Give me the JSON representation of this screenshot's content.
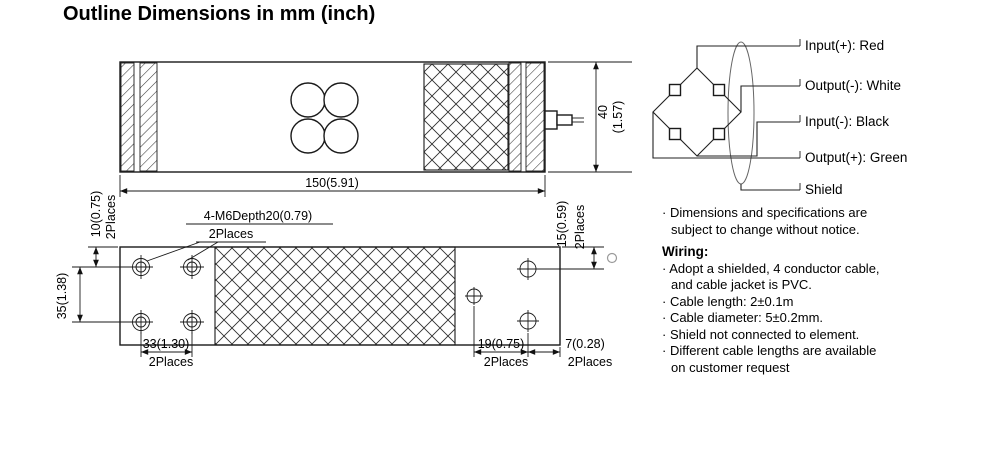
{
  "page": {
    "title": "Outline Dimensions in mm (inch)"
  },
  "drawing": {
    "side_view": {
      "dim_length": "150(5.91)",
      "dim_height_mm": "40",
      "dim_height_inch": "(1.57)"
    },
    "plan_view": {
      "callout_line1": "4-M6Depth20(0.79)",
      "callout_line2": "2Places",
      "dim_top_offset": "10(0.75)",
      "dim_top_offset_places": "2Places",
      "dim_row_spacing": "35(1.38)",
      "dim_right_offset": "15(0.59)",
      "dim_right_offset_places": "2Places",
      "dim_hole_span": "33(1.30)",
      "dim_hole_span_places": "2Places",
      "dim_right_hole": "19(0.75)",
      "dim_right_hole_places": "2Places",
      "dim_edge": "7(0.28)",
      "dim_edge_places": "2Places"
    }
  },
  "wiring_diagram": {
    "labels": {
      "input_pos": "Input(+): Red",
      "output_neg": "Output(-): White",
      "input_neg": "Input(-): Black",
      "output_pos": "Output(+): Green",
      "shield": "Shield"
    }
  },
  "notes": {
    "general_line1": "· Dimensions and specifications are",
    "general_line2": "subject to change without notice.",
    "wiring_heading": "Wiring:",
    "item1_line1": "· Adopt a shielded, 4 conductor cable,",
    "item1_line2": "and  cable jacket is PVC.",
    "item2": "· Cable length: 2±0.1m",
    "item3": "· Cable diameter: 5±0.2mm.",
    "item4": "· Shield not connected to element.",
    "item5_line1": "· Different cable lengths are available",
    "item5_line2": "on customer request"
  }
}
